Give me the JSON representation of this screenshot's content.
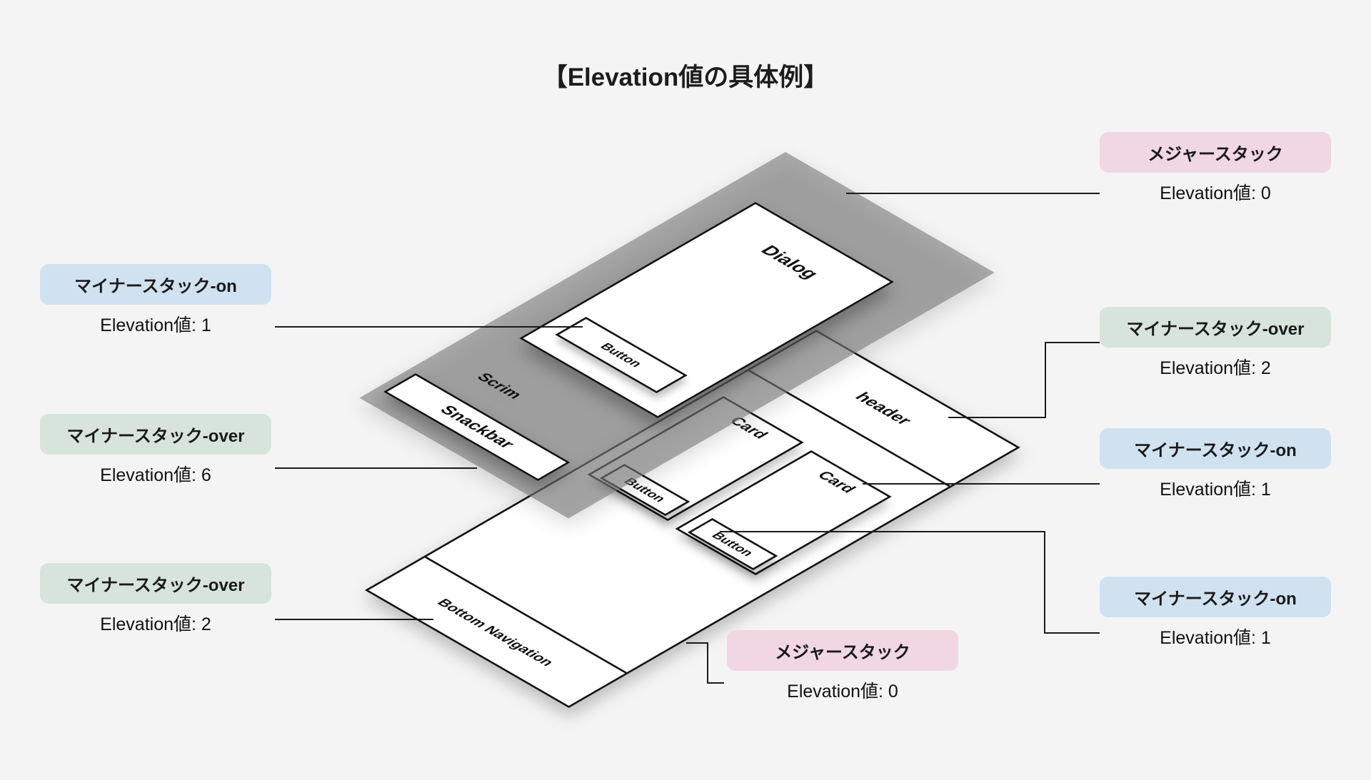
{
  "title": "【Elevation値の具体例】",
  "planes": {
    "scrim": "Scrim",
    "dialog": "Dialog",
    "dialog_button": "Button",
    "snackbar": "Snackbar",
    "header": "header",
    "card_left": "Card",
    "card_left_button": "Button",
    "card_right": "Card",
    "card_right_button": "Button",
    "bottom_nav": "Bottom Navigation"
  },
  "callouts": {
    "left": [
      {
        "badge": "マイナースタック-on",
        "type": "on",
        "elevation": "Elevation値: 1"
      },
      {
        "badge": "マイナースタック-over",
        "type": "over",
        "elevation": "Elevation値: 6"
      },
      {
        "badge": "マイナースタック-over",
        "type": "over",
        "elevation": "Elevation値: 2"
      }
    ],
    "right": [
      {
        "badge": "メジャースタック",
        "type": "major",
        "elevation": "Elevation値: 0"
      },
      {
        "badge": "マイナースタック-over",
        "type": "over",
        "elevation": "Elevation値: 2"
      },
      {
        "badge": "マイナースタック-on",
        "type": "on",
        "elevation": "Elevation値: 1"
      },
      {
        "badge": "マイナースタック-on",
        "type": "on",
        "elevation": "Elevation値: 1"
      }
    ],
    "bottom": {
      "badge": "メジャースタック",
      "type": "major",
      "elevation": "Elevation値: 0"
    }
  },
  "colors": {
    "major": "#F0D7E2",
    "on": "#D0E2F0",
    "over": "#D7E4DC",
    "background": "#F4F4F5",
    "scrim_fill": "rgba(125,125,125,0.62)",
    "plane_fill": "#FFFFFF",
    "line": "#1A1A1A"
  }
}
